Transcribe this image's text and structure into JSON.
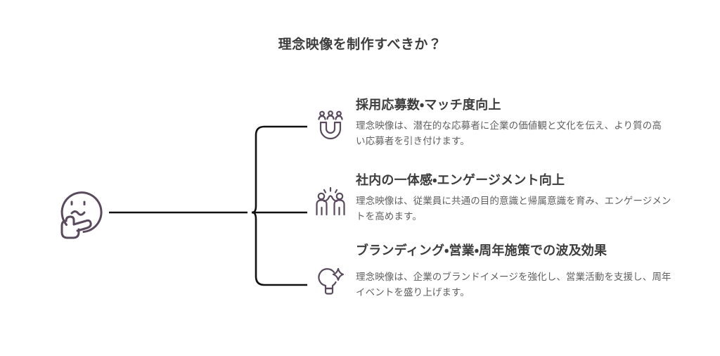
{
  "diagram": {
    "title": "理念映像を制作すべきか？",
    "root": {
      "icon": "thinking-face-icon",
      "label": ""
    },
    "colors": {
      "title_text": "#3d3d3d",
      "heading_text": "#3d3d3d",
      "body_text": "#606060",
      "icon_stroke": "#5a4a5e",
      "connector_line": "#111111",
      "background": "#ffffff"
    },
    "branches": [
      {
        "icon": "talent-magnet-icon",
        "heading": "採用応募数・マッチ度向上",
        "description": "理念映像は、潜在的な応募者に企業の価値観と文化を伝え、より質の高い応募者を引き付けます。"
      },
      {
        "icon": "team-celebration-icon",
        "heading": "社内の一体感・エンゲージメント向上",
        "description": "理念映像は、従業員に共通の目的意識と帰属意識を育み、エンゲージメントを高めます。"
      },
      {
        "icon": "lightbulb-sparkle-icon",
        "heading": "ブランディング・営業・周年施策での波及効果",
        "description": "理念映像は、企業のブランドイメージを強化し、営業活動を支援し、周年イベントを盛り上げます。"
      }
    ]
  }
}
